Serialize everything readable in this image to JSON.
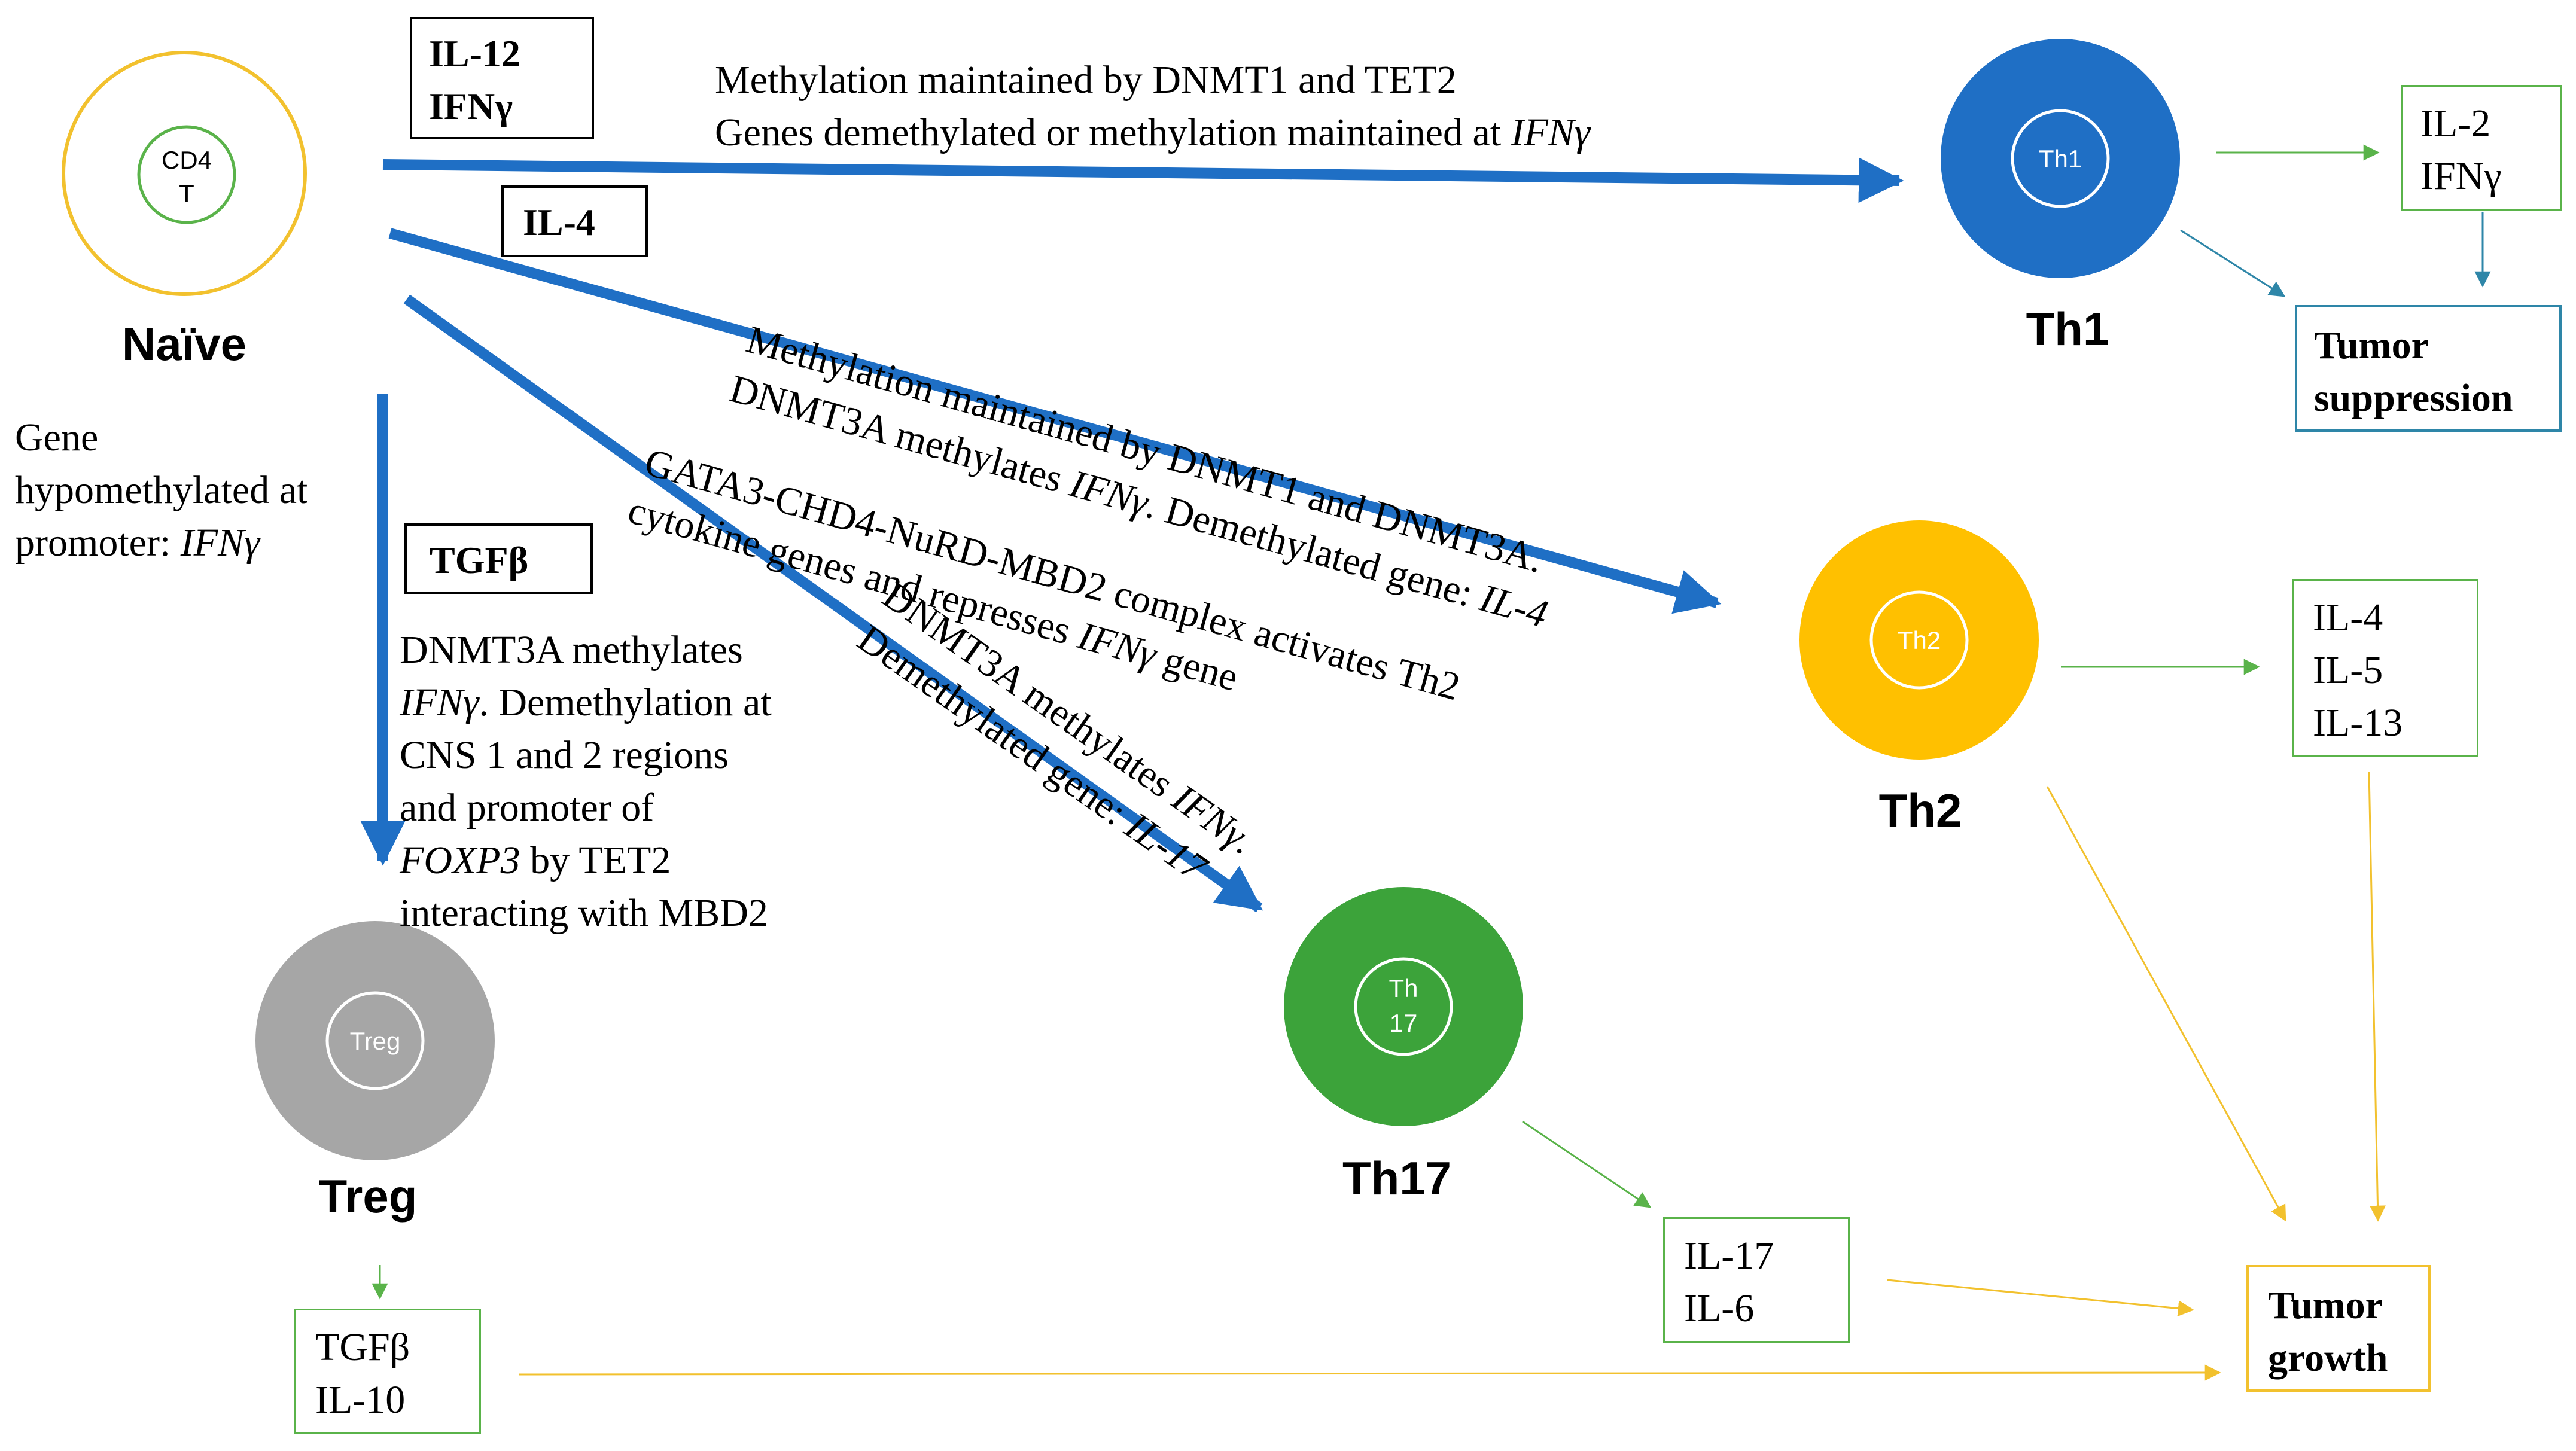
{
  "colors": {
    "blue": "#1f6fc5",
    "gold": "#ffc000",
    "green": "#3ca33a",
    "gray": "#a6a6a6",
    "teal": "#2e86a8",
    "yellow_line": "#f2c12e",
    "green_line": "#5ab34a"
  },
  "naive": {
    "inner_line1": "CD4",
    "inner_line2": "T",
    "label": "Naïve"
  },
  "th1": {
    "inner": "Th1",
    "label": "Th1"
  },
  "th2": {
    "inner": "Th2",
    "label": "Th2"
  },
  "th17": {
    "inner_line1": "Th",
    "inner_line2": "17",
    "label": "Th17"
  },
  "treg": {
    "inner": "Treg",
    "label": "Treg"
  },
  "signals": {
    "il12_ifng": [
      "IL-12",
      "IFNγ"
    ],
    "il4": "IL-4",
    "tgfb": "TGFβ"
  },
  "annotations": {
    "th1_path": [
      "Methylation maintained by DNMT1 and TET2",
      "Genes demethylated or methylation maintained at ",
      "IFNγ"
    ],
    "th2_path_1": [
      "Methylation maintained by DNMT1 and DNMT3A."
    ],
    "th2_path_2": [
      "DNMT3A methylates ",
      "IFNγ",
      ". Demethylated gene: ",
      "IL-4"
    ],
    "th2_path_3": [
      "GATA3-CHD4-NuRD-MBD2 complex activates Th2"
    ],
    "th2_path_4": [
      "cytokine genes and represses ",
      "IFNγ",
      " gene"
    ],
    "th17_path_1": [
      "DNMT3A methylates ",
      "IFNγ",
      "."
    ],
    "th17_path_2": [
      "Demethylated gene: ",
      "IL-17"
    ],
    "naive_note": [
      "Gene",
      "hypomethylated at",
      "promoter: ",
      "IFNγ"
    ],
    "treg_path": [
      "DNMT3A methylates",
      "IFNγ",
      ". Demethylation at",
      "CNS 1 and 2 regions",
      "and promoter of",
      "FOXP3",
      " by TET2",
      "interacting with MBD2"
    ]
  },
  "cytokines": {
    "th1": [
      "IL-2",
      "IFNγ"
    ],
    "th2": [
      "IL-4",
      "IL-5",
      "IL-13"
    ],
    "th17": [
      "IL-17",
      "IL-6"
    ],
    "treg": [
      "TGFβ",
      "IL-10"
    ]
  },
  "outcomes": {
    "suppression": [
      "Tumor",
      "suppression"
    ],
    "growth": [
      "Tumor",
      "growth"
    ]
  }
}
